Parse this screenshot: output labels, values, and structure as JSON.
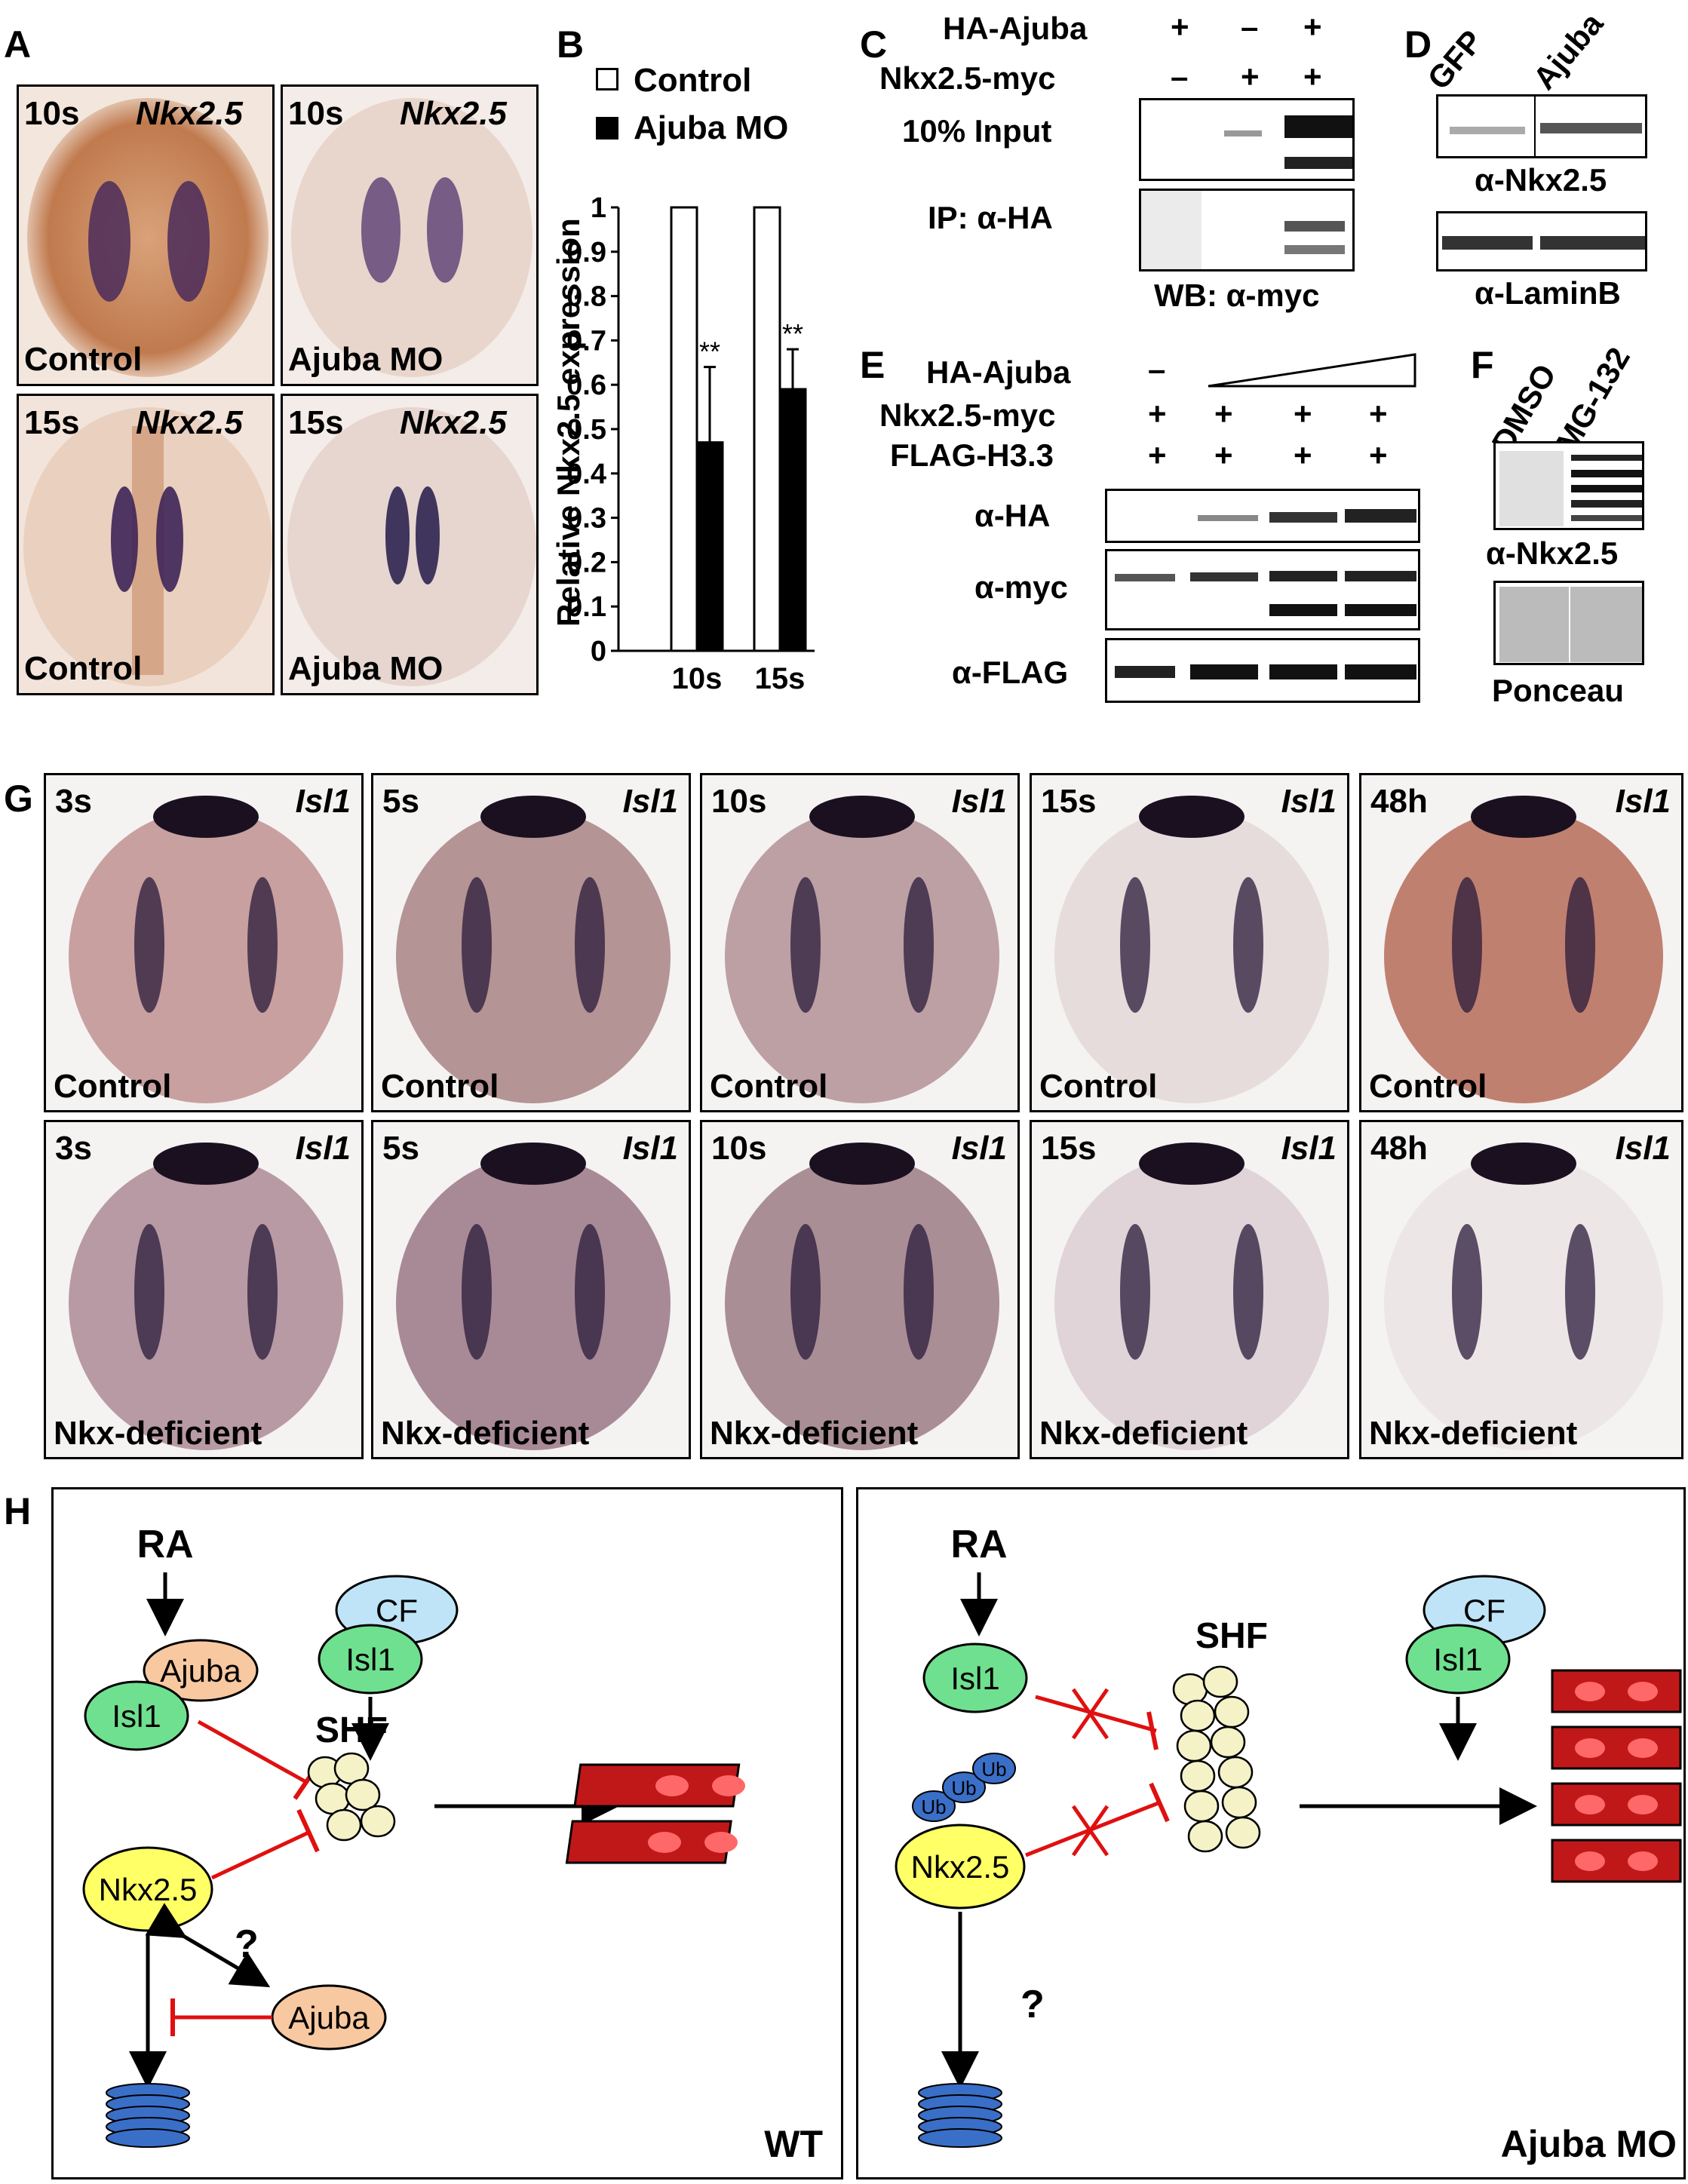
{
  "panels": {
    "A": {
      "letter": "A",
      "tiles": [
        {
          "stage": "10s",
          "gene": "Nkx2.5",
          "condition": "Control"
        },
        {
          "stage": "10s",
          "gene": "Nkx2.5",
          "condition": "Ajuba MO"
        },
        {
          "stage": "15s",
          "gene": "Nkx2.5",
          "condition": "Control"
        },
        {
          "stage": "15s",
          "gene": "Nkx2.5",
          "condition": "Ajuba MO"
        }
      ]
    },
    "B": {
      "letter": "B",
      "legend": [
        "Control",
        "Ajuba MO"
      ],
      "significance": [
        "**",
        "**"
      ]
    },
    "C": {
      "letter": "C",
      "rows": [
        {
          "label": "HA-Ajuba",
          "marks": [
            "+",
            "–",
            "+"
          ]
        },
        {
          "label": "Nkx2.5-myc",
          "marks": [
            "–",
            "+",
            "+"
          ]
        }
      ],
      "blot_labels": [
        "10% Input",
        "IP: α-HA"
      ],
      "footer": "WB: α-myc"
    },
    "D": {
      "letter": "D",
      "lanes": [
        "GFP",
        "Ajuba"
      ],
      "blot_labels": [
        "α-Nkx2.5",
        "α-LaminB"
      ]
    },
    "E": {
      "letter": "E",
      "rows": [
        {
          "label": "HA-Ajuba",
          "marks": [
            "–",
            "",
            "",
            ""
          ]
        },
        {
          "label": "Nkx2.5-myc",
          "marks": [
            "+",
            "+",
            "+",
            "+"
          ]
        },
        {
          "label": "FLAG-H3.3",
          "marks": [
            "+",
            "+",
            "+",
            "+"
          ]
        }
      ],
      "blot_labels": [
        "α-HA",
        "α-myc",
        "α-FLAG"
      ]
    },
    "F": {
      "letter": "F",
      "lanes": [
        "DMSO",
        "MG-132"
      ],
      "blot_labels": [
        "α-Nkx2.5",
        "Ponceau"
      ]
    },
    "G": {
      "letter": "G",
      "gene": "Isl1",
      "stages": [
        "3s",
        "5s",
        "10s",
        "15s",
        "48h"
      ],
      "conditions": [
        "Control",
        "Nkx-deficient"
      ]
    },
    "H": {
      "letter": "H",
      "wt": {
        "RA": "RA",
        "CF": "CF",
        "Isl1_a": "Isl1",
        "Isl1_b": "Isl1",
        "Ajuba_a": "Ajuba",
        "Ajuba_b": "Ajuba",
        "SHF": "SHF",
        "Nkx": "Nkx2.5",
        "question": "?",
        "corner": "WT"
      },
      "mo": {
        "RA": "RA",
        "CF": "CF",
        "Isl1_a": "Isl1",
        "Isl1_b": "Isl1",
        "SHF": "SHF",
        "Nkx": "Nkx2.5",
        "Ub": [
          "Ub",
          "Ub",
          "Ub"
        ],
        "question": "?",
        "corner": "Ajuba MO"
      }
    }
  },
  "chart_data": {
    "type": "bar",
    "categories": [
      "10s",
      "15s"
    ],
    "series": [
      {
        "name": "Control",
        "values": [
          1,
          1
        ]
      },
      {
        "name": "Ajuba MO",
        "values": [
          0.47,
          0.59
        ],
        "errors": [
          0.17,
          0.09
        ]
      }
    ],
    "ylabel": "Relative Nkx2.5 expression",
    "ylim": [
      0,
      1
    ],
    "yticks": [
      "0",
      "0.1",
      "0.2",
      "0.3",
      "0.4",
      "0.5",
      "0.6",
      "0.7",
      "0.8",
      "0.9",
      "1"
    ],
    "colors": {
      "Control": "#ffffff",
      "Ajuba MO": "#000000"
    }
  }
}
